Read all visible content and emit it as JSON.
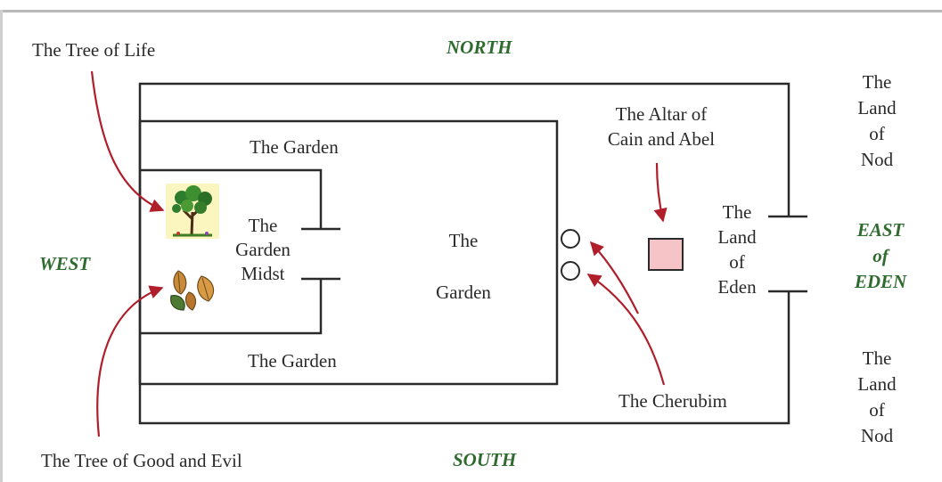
{
  "directions": {
    "north": "NORTH",
    "south": "SOUTH",
    "west": "WEST",
    "east": [
      "EAST",
      "of",
      "EDEN"
    ]
  },
  "labels": {
    "tree_of_life": "The Tree of Life",
    "tree_good_evil": "The Tree of Good and Evil",
    "garden_top": "The Garden",
    "garden_bottom": "The Garden",
    "garden_center": [
      "The",
      "Garden"
    ],
    "garden_midst": [
      "The",
      "Garden",
      "Midst"
    ],
    "altar": [
      "The Altar of",
      "Cain and Abel"
    ],
    "land_of_eden": [
      "The",
      "Land",
      "of",
      "Eden"
    ],
    "land_of_nod_top": [
      "The",
      "Land",
      "of",
      "Nod"
    ],
    "land_of_nod_bottom": [
      "The",
      "Land",
      "of",
      "Nod"
    ],
    "cherubim": "The Cherubim"
  },
  "colors": {
    "arrow": "#b01e2a",
    "direction_text": "#2f6b2f",
    "altar_fill": "#f6c4c6",
    "tree_bg": "#fbf6c0"
  },
  "icons": [
    "tree-of-life-icon",
    "tree-of-good-and-evil-icon",
    "cherubim-circle-icon",
    "altar-icon"
  ]
}
